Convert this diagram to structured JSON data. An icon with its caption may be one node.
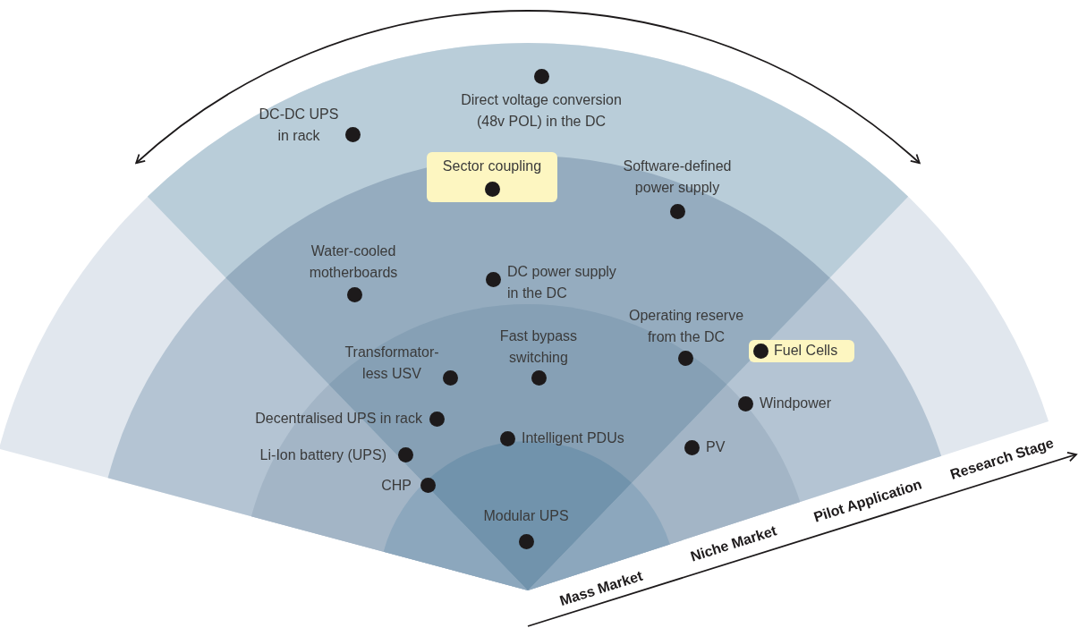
{
  "diagram": {
    "nodes": [
      {
        "text": [
          "Sector coupling"
        ]
      },
      {
        "text": [
          "Fuel Cells"
        ]
      }
    ],
    "labels": [
      "Direct voltage conversion (48v POL) in the DC",
      "DC-DC UPS in rack",
      "Software-defined power supply",
      "Water-cooled motherboards",
      "DC power supply in the DC",
      "Operating reserve from the DC",
      "Fast bypass switching",
      "Transformator-less USV",
      "Windpower",
      "Decentralised UPS in rack",
      "Intelligent PDUs",
      "PV",
      "Li-Ion battery (UPS)",
      "CHP",
      "Modular UPS",
      "Mass Market",
      "Niche Market",
      "Pilot Application",
      "Research Stage"
    ]
  }
}
